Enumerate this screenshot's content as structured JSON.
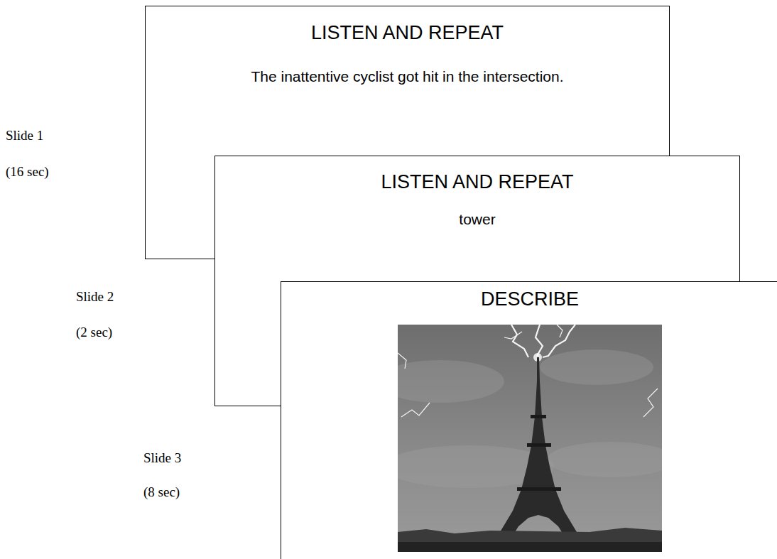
{
  "diagram": {
    "nodes": [
      {
        "text": [
          "LISTEN AND REPEAT",
          "The inattentive cyclist got hit in the intersection."
        ]
      },
      {
        "text": [
          "LISTEN AND REPEAT",
          "tower"
        ]
      },
      {
        "text": [
          "DESCRIBE"
        ]
      }
    ],
    "labels": [
      "Slide 1",
      "(16 sec)",
      "Slide 2",
      "(2 sec)",
      "Slide 3",
      "(8 sec)"
    ]
  }
}
